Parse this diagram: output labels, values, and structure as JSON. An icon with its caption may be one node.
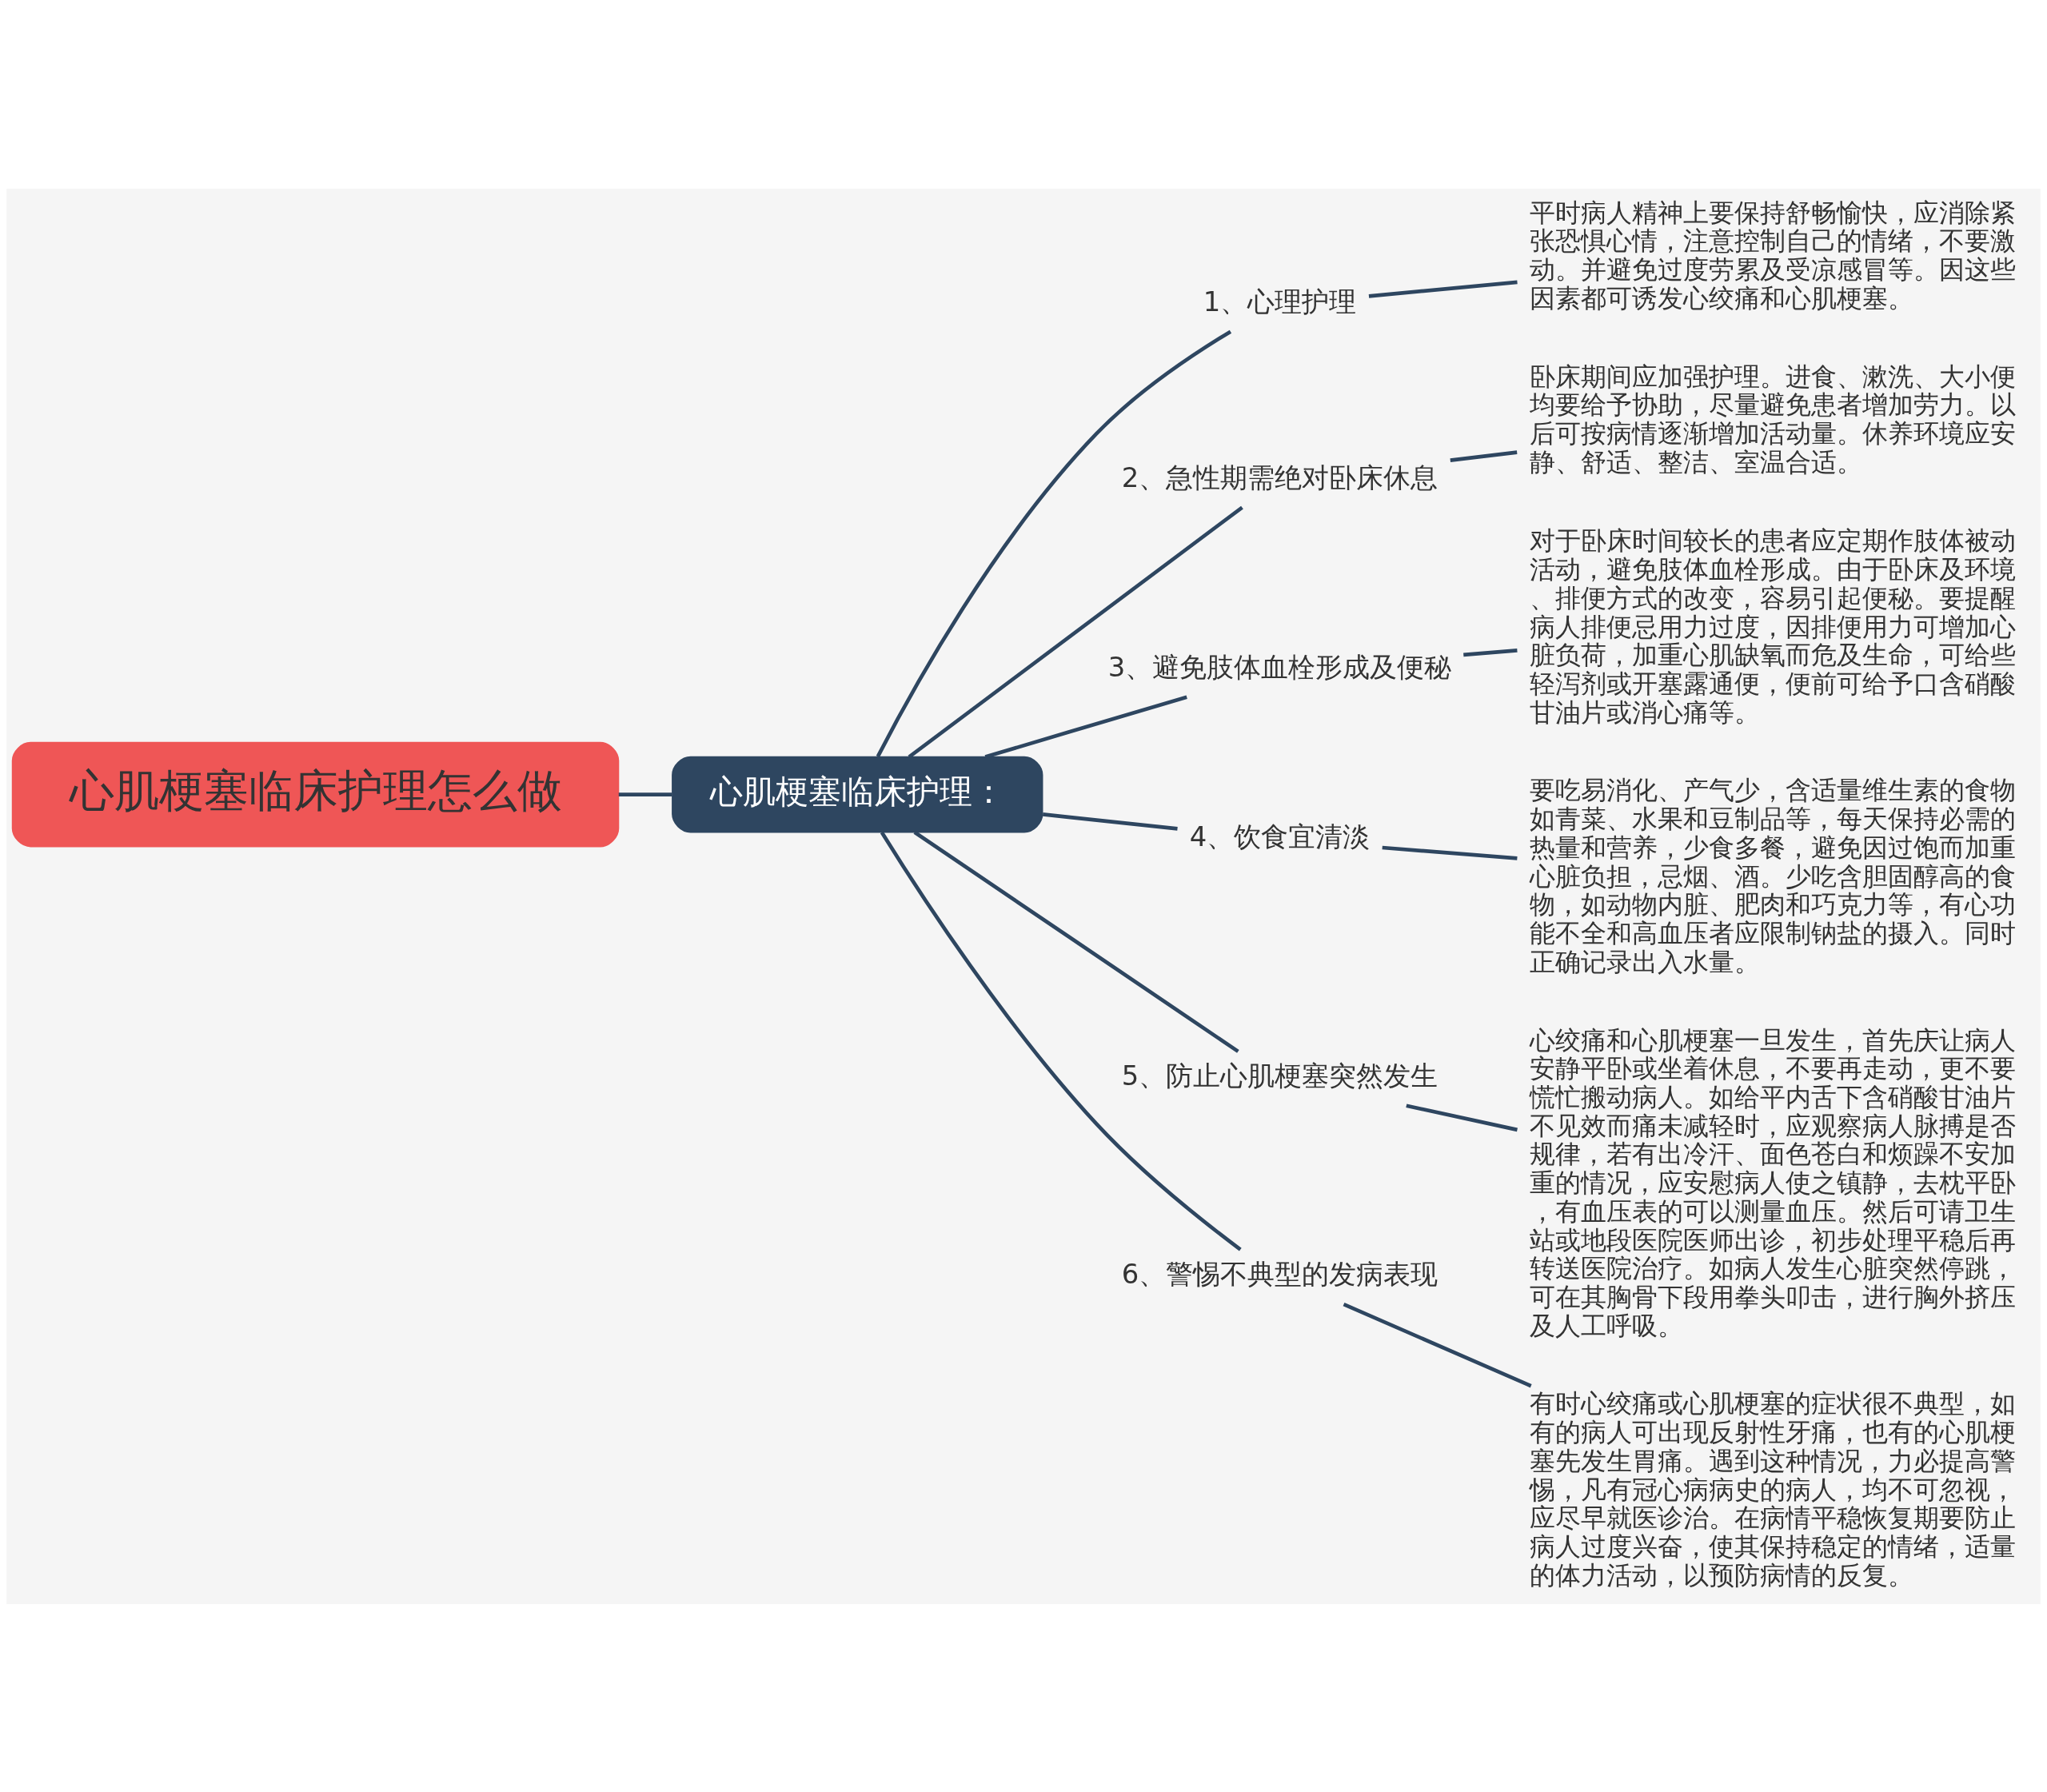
{
  "diagram": {
    "nodes": [
      {
        "text": [
          "心肌梗塞临床护理怎么做"
        ]
      },
      {
        "text": [
          "心肌梗塞临床护理："
        ]
      },
      {
        "text": [
          "1、心理护理"
        ]
      },
      {
        "text": [
          "平时病人精神上要保持舒畅愉快，应消除紧张恐惧心情，注意控制自己的情绪，不要激动。并避免过度劳累及受凉感冒等。因这些因素都可诱发心绞痛和心肌梗塞。"
        ]
      },
      {
        "text": [
          "2、急性期需绝对卧床休息"
        ]
      },
      {
        "text": [
          "卧床期间应加强护理。进食、漱洗、大小便均要给予协助，尽量避免患者增加劳力。以后可按病情逐渐增加活动量。休养环境应安静、舒适、整洁、室温合适。"
        ]
      },
      {
        "text": [
          "3、避免肢体血栓形成及便秘"
        ]
      },
      {
        "text": [
          "对于卧床时间较长的患者应定期作肢体被动活动，避免肢体血栓形成。由于卧床及环境、排便方式的改变，容易引起便秘。要提醒病人排便忌用力过度，因排便用力可增加心脏负荷，加重心肌缺氧而危及生命，可给些轻泻剂或开塞露通便，便前可给予口含硝酸甘油片或消心痛等。"
        ]
      },
      {
        "text": [
          "4、饮食宜清淡"
        ]
      },
      {
        "text": [
          "要吃易消化、产气少，含适量维生素的食物如青菜、水果和豆制品等，每天保持必需的热量和营养，少食多餐，避免因过饱而加重心脏负担，忌烟、酒。少吃含胆固醇高的食物，如动物内脏、肥肉和巧克力等，有心功能不全和高血压者应限制钠盐的摄入。同时正确记录出入水量。"
        ]
      },
      {
        "text": [
          "5、防止心肌梗塞突然发生"
        ]
      },
      {
        "text": [
          "心绞痛和心肌梗塞一旦发生，首先庆让病人安静平卧或坐着休息，不要再走动，更不要慌忙搬动病人。如给平内舌下含硝酸甘油片不见效而痛未减轻时，应观察病人脉搏是否规律，若有出冷汗、面色苍白和烦躁不安加重的情况，应安慰病人使之镇静，去枕平卧，有血压表的可以测量血压。然后可请卫生站或地段医院医师出诊，初步处理平稳后再转送医院治疗。如病人发生心脏突然停跳，可在其胸骨下段用拳头叩击，进行胸外挤压及人工呼吸。"
        ]
      },
      {
        "text": [
          "6、警惕不典型的发病表现"
        ]
      },
      {
        "text": [
          "有时心绞痛或心肌梗塞的症状很不典型，如有的病人可出现反射性牙痛，也有的心肌梗塞先发生胃痛。遇到这种情况，力必提高警惕，凡有冠心病病史的病人，均不可忽视，应尽早就医诊治。在病情平稳恢复期要防止病人过度兴奋，使其保持稳定的情绪，适量的体力活动，以预防病情的反复。"
        ]
      }
    ],
    "edges": [
      {
        "from": 0,
        "to": 1,
        "arrow": "none"
      },
      {
        "from": 1,
        "to": 2,
        "arrow": "none"
      },
      {
        "from": 2,
        "to": 3,
        "arrow": "none"
      },
      {
        "from": 1,
        "to": 4,
        "arrow": "none"
      },
      {
        "from": 4,
        "to": 5,
        "arrow": "none"
      },
      {
        "from": 1,
        "to": 6,
        "arrow": "none"
      },
      {
        "from": 6,
        "to": 7,
        "arrow": "none"
      },
      {
        "from": 1,
        "to": 8,
        "arrow": "none"
      },
      {
        "from": 8,
        "to": 9,
        "arrow": "none"
      },
      {
        "from": 1,
        "to": 10,
        "arrow": "none"
      },
      {
        "from": 10,
        "to": 11,
        "arrow": "none"
      },
      {
        "from": 1,
        "to": 12,
        "arrow": "none"
      },
      {
        "from": 12,
        "to": 13,
        "arrow": "none"
      }
    ]
  }
}
